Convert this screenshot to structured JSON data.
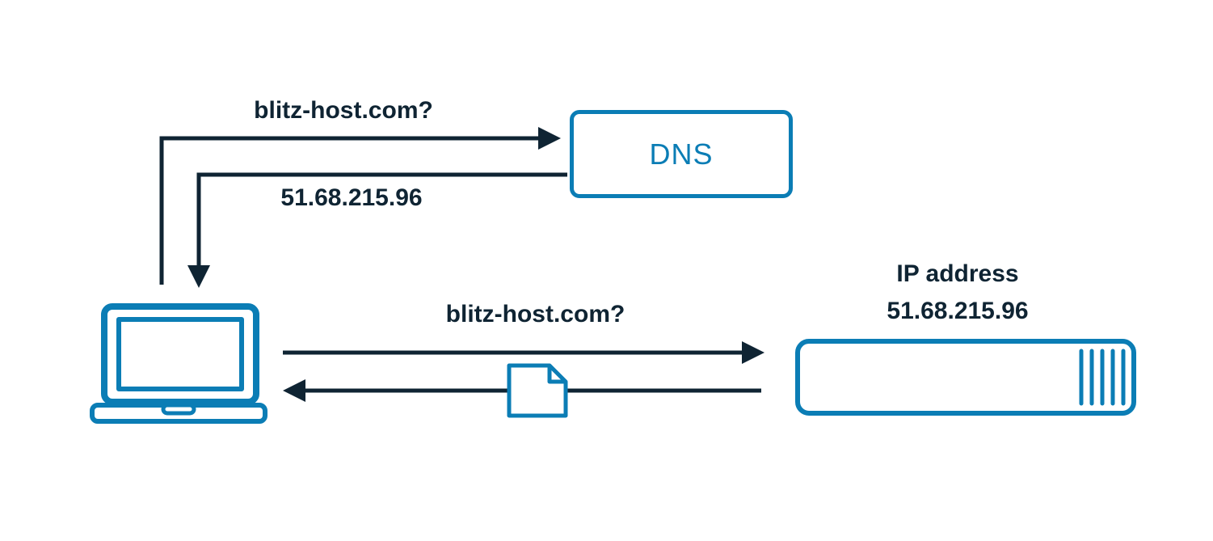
{
  "diagram": {
    "dns_query_label": "blitz-host.com?",
    "dns_response_label": "51.68.215.96",
    "dns_box_label": "DNS",
    "web_request_label": "blitz-host.com?",
    "server_title": "IP address",
    "server_ip": "51.68.215.96"
  },
  "icons": {
    "laptop": "laptop-icon",
    "server": "server-icon",
    "document": "document-icon"
  },
  "colors": {
    "accent": "#0b7db5",
    "line": "#0f2433",
    "background": "#ffffff"
  }
}
